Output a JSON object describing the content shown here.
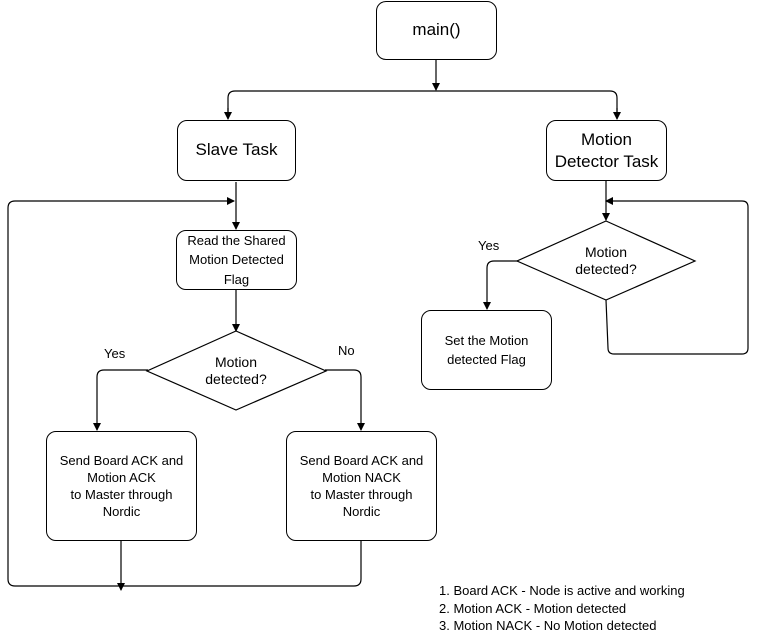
{
  "nodes": {
    "main": "main()",
    "slave_task": "Slave Task",
    "motion_detector_task": "Motion\nDetector Task",
    "read_flag": "Read the Shared\nMotion Detected\nFlag",
    "slave_decision": "Motion\ndetected?",
    "send_ack": "Send Board ACK and\nMotion ACK\nto Master through\nNordic",
    "send_nack": "Send Board ACK and\nMotion NACK\nto Master through\nNordic",
    "detector_decision": "Motion\ndetected?",
    "set_flag": "Set the Motion\ndetected Flag"
  },
  "edge_labels": {
    "slave_yes": "Yes",
    "slave_no": "No",
    "detector_yes": "Yes"
  },
  "legend": [
    "1. Board ACK - Node is active and working",
    "2. Motion ACK - Motion detected",
    "3. Motion NACK - No Motion detected"
  ]
}
